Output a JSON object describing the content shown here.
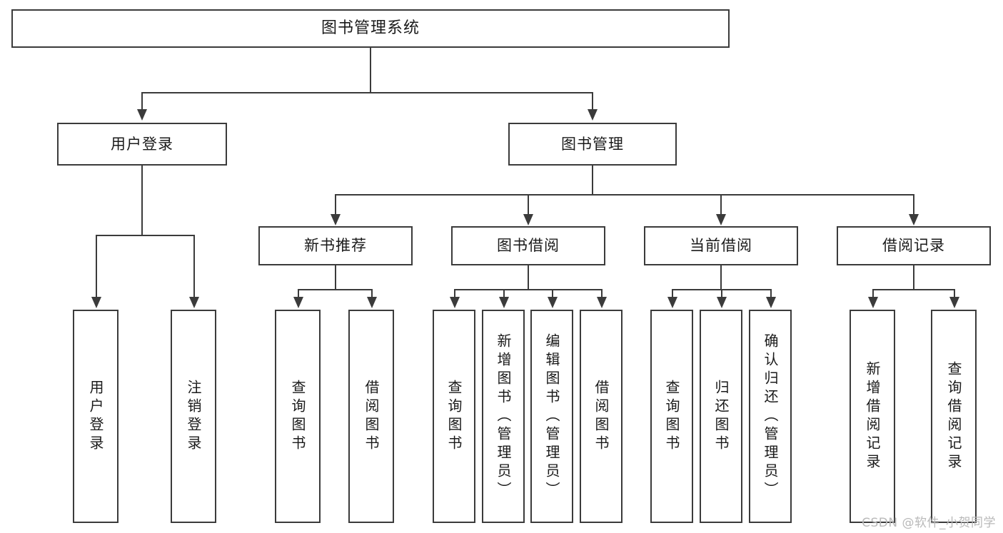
{
  "diagram": {
    "title": "图书管理系统",
    "type": "tree-hierarchy-chart",
    "root": {
      "label": "图书管理系统"
    },
    "level2": [
      {
        "label": "用户登录"
      },
      {
        "label": "图书管理"
      }
    ],
    "level3": [
      {
        "label": "新书推荐"
      },
      {
        "label": "图书借阅"
      },
      {
        "label": "当前借阅"
      },
      {
        "label": "借阅记录"
      }
    ],
    "leaves": [
      {
        "label": "用户登录"
      },
      {
        "label": "注销登录"
      },
      {
        "label": "查询图书"
      },
      {
        "label": "借阅图书"
      },
      {
        "label": "查询图书"
      },
      {
        "label": "新增图书（管理员）"
      },
      {
        "label": "编辑图书（管理员）"
      },
      {
        "label": "借阅图书"
      },
      {
        "label": "查询图书"
      },
      {
        "label": "归还图书"
      },
      {
        "label": "确认归还（管理员）"
      },
      {
        "label": "新增借阅记录"
      },
      {
        "label": "查询借阅记录"
      }
    ]
  },
  "watermark": {
    "text": "CSDN @软件_小贺同学"
  },
  "colors": {
    "stroke": "#3b3b3b",
    "text": "#1a1a1a",
    "background": "#ffffff",
    "watermark": "#b9b9b9"
  }
}
